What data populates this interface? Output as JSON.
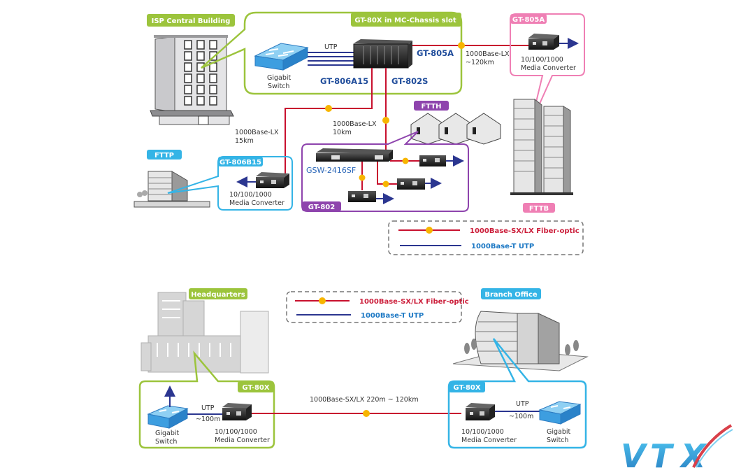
{
  "colors": {
    "green": "#9cc43c",
    "pink": "#ef7fb4",
    "cyan": "#34b4e6",
    "purple": "#8e44ad",
    "fiber": "#c8102e",
    "utp": "#2b3690",
    "connector": "#f7b500",
    "model_text": "#1e4b9a",
    "logo_blue": "#2fa9df",
    "logo_red": "#d9404a"
  },
  "top": {
    "isp_tag": "ISP Central Building",
    "chassis_tag": "GT-80X in MC-Chassis slot",
    "utp_label": "UTP",
    "switch_label_1": "Gigabit",
    "switch_label_2": "Switch",
    "model_805a": "GT-805A",
    "model_806a15": "GT-806A15",
    "model_802s": "GT-802S",
    "link_805a_1": "1000Base-LX",
    "link_805a_2": "~120km",
    "gt805a_tag": "GT-805A",
    "gt805a_mc_1": "10/100/1000",
    "gt805a_mc_2": "Media Converter",
    "fttb_tag": "FTTB",
    "link_15km_1": "1000Base-LX",
    "link_15km_2": "15km",
    "link_10km_1": "1000Base-LX",
    "link_10km_2": "10km",
    "ftth_tag": "FTTH",
    "fttp_tag": "FTTP",
    "gt806b15_tag": "GT-806B15",
    "gt806b15_mc_1": "10/100/1000",
    "gt806b15_mc_2": "Media Converter",
    "gsw_label": "GSW-2416SF",
    "gt802_tag": "GT-802"
  },
  "legend": {
    "fiber": "1000Base-SX/LX Fiber-optic",
    "utp": "1000Base-T UTP"
  },
  "bottom": {
    "hq_tag": "Headquarters",
    "branch_tag": "Branch Office",
    "hq_box_tag": "GT-80X",
    "branch_box_tag": "GT-80X",
    "utp_label": "UTP",
    "distance_label": "~100m",
    "switch_label_1": "Gigabit",
    "switch_label_2": "Switch",
    "mc_label_1": "10/100/1000",
    "mc_label_2": "Media Converter",
    "link_label": "1000Base-SX/LX 220m ~ 120km"
  },
  "logo": {
    "text_v": "V",
    "text_t": "T",
    "text_x": "X"
  }
}
